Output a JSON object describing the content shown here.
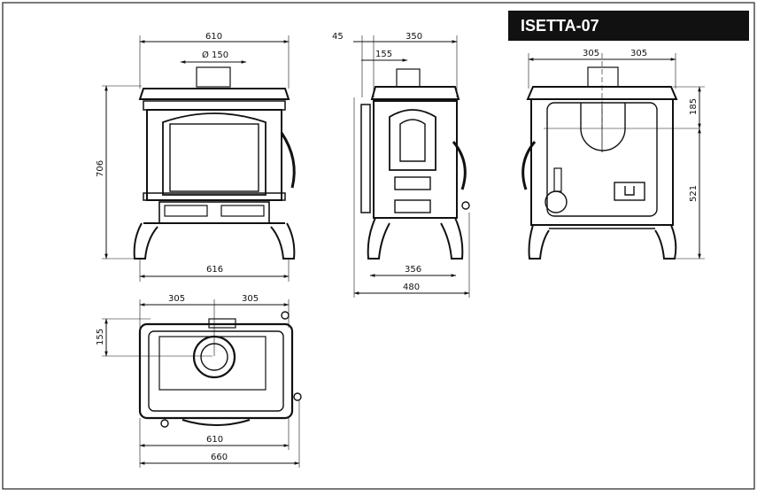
{
  "title": "ISETTA-07",
  "front_view": {
    "width_top": "610",
    "flue_diameter": "Ø 150",
    "height": "706",
    "width_base": "616"
  },
  "side_view": {
    "offset_left": "45",
    "depth_top": "350",
    "flue_offset": "155",
    "base_depth": "356",
    "total_depth": "480"
  },
  "rear_view": {
    "half_left": "305",
    "half_right": "305",
    "top_height": "185",
    "flue_height": "521"
  },
  "top_view": {
    "half_left": "305",
    "half_right": "305",
    "flue_depth": "155",
    "inner_width": "610",
    "total_width": "660"
  }
}
